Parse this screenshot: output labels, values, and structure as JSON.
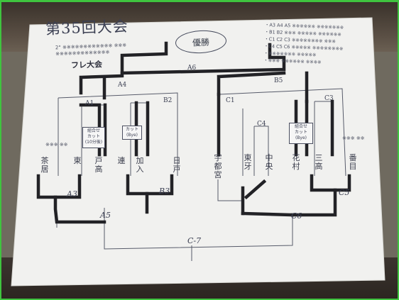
{
  "sheet": {
    "title": "第35回大会",
    "notes_left": [
      "2° ※※※※※※※※※※※※ ※※※",
      "※※※※※※※※※※※※※"
    ],
    "tag": "フレ大会",
    "champion": "優勝",
    "notes_right": [
      "・A3 A4 A5 ※※※※※※ ※※※※※※※",
      "・B1 B2 ※※※ ※※※※※ ※※※※※※",
      "・C1 C2 C3 ※※※※※※※※ ※※※",
      "・C4 C5 C6 ※※※※※ ※※※※※※※※",
      "・※※※※※※※ ※※※※※",
      "・※※※ ※※※※※※ ※※※※"
    ]
  },
  "matches": {
    "final": "A6",
    "top_left": "A4",
    "top_right": "B5",
    "left_a1": "A1",
    "left_b2": "B2",
    "left_a3": "A3",
    "left_b3": "B3",
    "left_a5": "A5",
    "right_c1": "C1",
    "right_c4": "C4",
    "right_c3": "C3",
    "right_c5": "C5",
    "right_c6": "C6",
    "bottom": "C-7"
  },
  "boxes": {
    "left_1": "組合せ\nカット\n(10分後)",
    "left_2": "カット\n(Bye)",
    "right_1": "組合せ\nカット\n(Bye)"
  },
  "seeds": {
    "left": "※※※ ※※",
    "right": "※※※ ※※"
  },
  "teams": {
    "left": [
      "茶居",
      "東",
      "戸高",
      "連",
      "加入",
      "日戸"
    ],
    "right": [
      "宇都宮",
      "東牙",
      "中央",
      "花村",
      "三高",
      "番目"
    ]
  },
  "colors": {
    "paper": "#f1f1ef",
    "ink": "#2c2c30",
    "frame": "#3fc43f"
  }
}
